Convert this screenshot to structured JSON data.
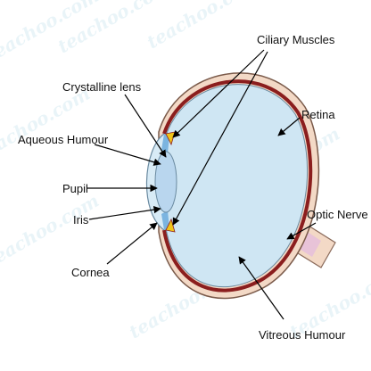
{
  "watermark": "teachoo.com",
  "labels": {
    "ciliary_muscles": "Ciliary Muscles",
    "crystalline_lens": "Crystalline lens",
    "retina": "Retina",
    "aqueous_humour": "Aqueous Humour",
    "pupil": "Pupil",
    "iris": "Iris",
    "optic_nerve": "Optic Nerve",
    "cornea": "Cornea",
    "vitreous_humour": "Vitreous Humour"
  },
  "colors": {
    "sclera": "#f3d9c6",
    "choroid": "#8b1e1e",
    "vitreous": "#cfe6f3",
    "lens": "#b9d6ee",
    "iris": "#7bb4e0",
    "ciliary": "#f0c419",
    "optic_nerve": "#e8c3d8",
    "watermark": "#d8ecf3"
  }
}
